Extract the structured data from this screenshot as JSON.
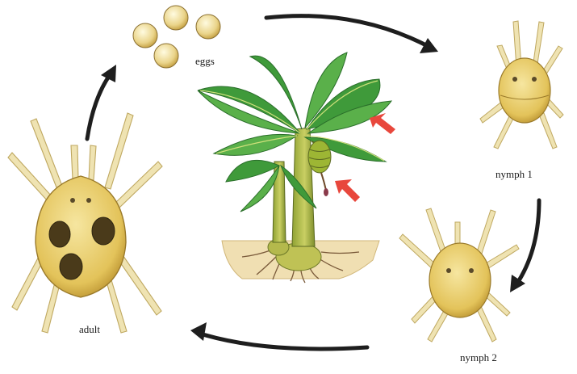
{
  "diagram": {
    "stages": {
      "eggs": "eggs",
      "nymph1": "nymph 1",
      "nymph2": "nymph 2",
      "adult": "adult"
    },
    "colors": {
      "body": "#e3c35a",
      "body_shade": "#c99e32",
      "leg": "#efe3b2",
      "leaf": "#3f9a3a",
      "leaf_dark": "#2a6e2a",
      "trunk": "#a7b63c",
      "soil": "#f0dfb2",
      "root": "#7a5a3a",
      "arrow": "#1e1e1e",
      "pointer": "#e8473c"
    }
  }
}
